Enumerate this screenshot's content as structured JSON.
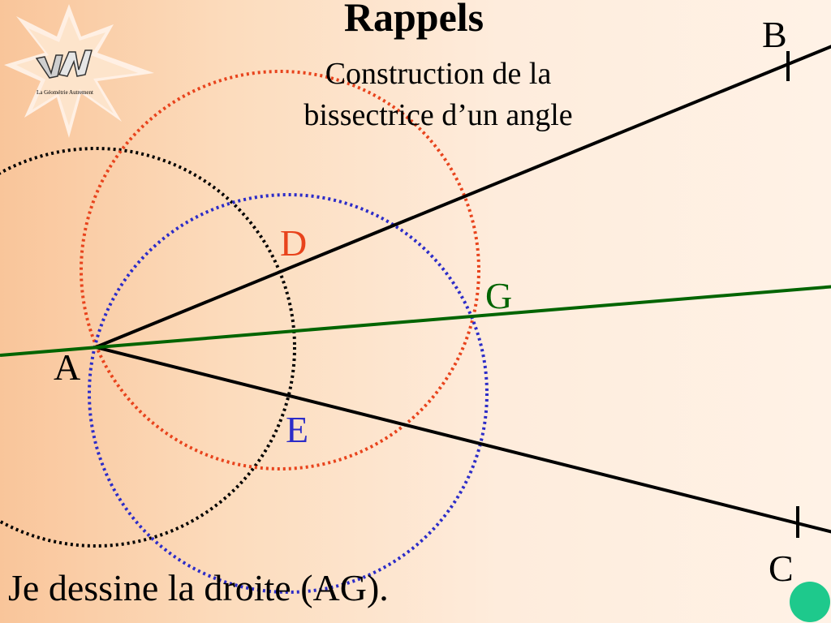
{
  "slide": {
    "title": "Rappels",
    "subtitle_line1": "Construction de la",
    "subtitle_line2": "bissectrice d’un angle",
    "caption": "Je dessine la droite (AG).",
    "logo_text": "La Géométrie Autrement"
  },
  "points": {
    "A": "A",
    "B": "B",
    "C": "C",
    "D": "D",
    "E": "E",
    "G": "G"
  },
  "colors": {
    "background_left": "#f9c59a",
    "background_right": "#fff2e6",
    "circle_center_A": "#000000",
    "circle_center_D": "#e8431c",
    "circle_center_E": "#2c2cc8",
    "bisector": "#006400",
    "label_D": "#e8431c",
    "label_E": "#2c2cc8",
    "label_G": "#006400",
    "next_button": "#1ec98c"
  }
}
